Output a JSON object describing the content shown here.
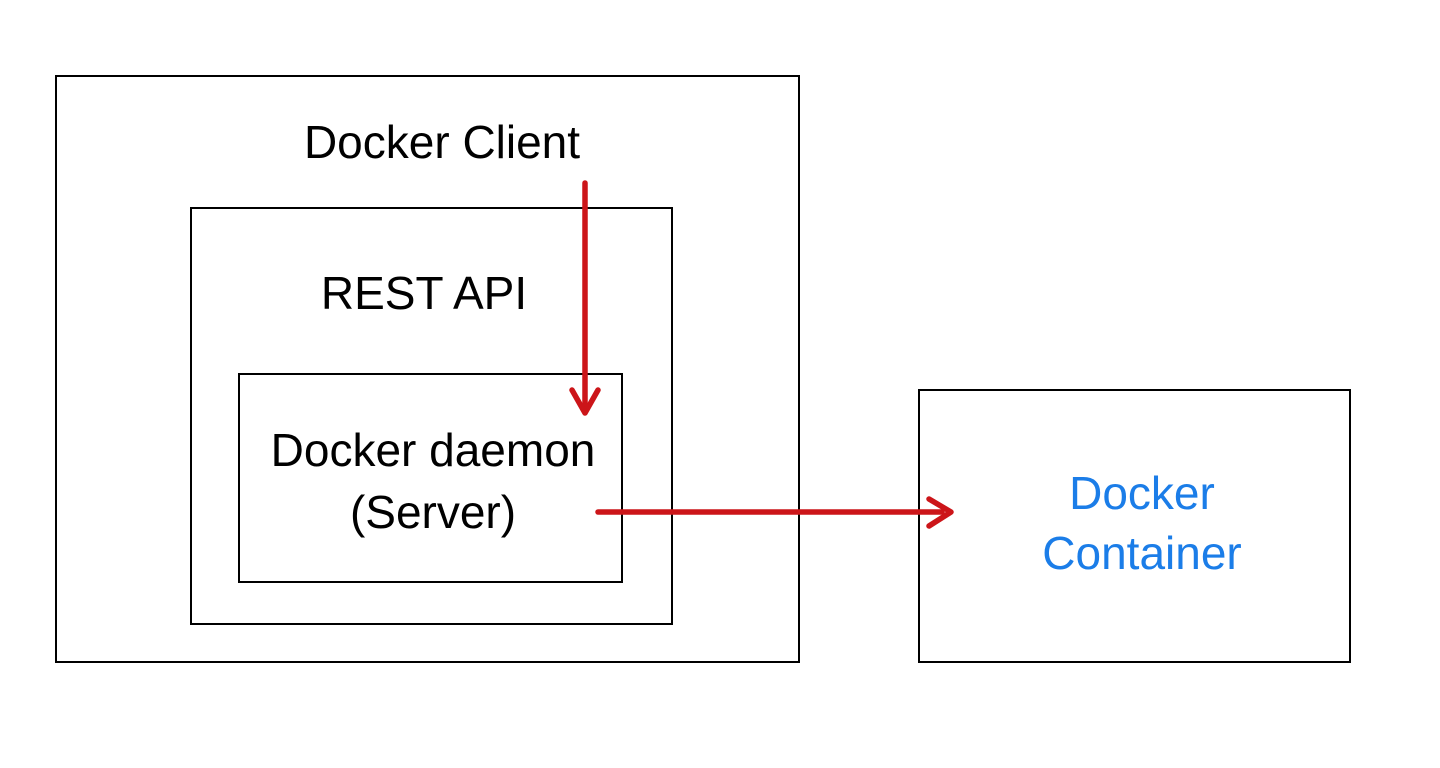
{
  "page": {
    "title": "Docker architecture diagram",
    "background": "#ffffff"
  },
  "nodes": {
    "docker_client": {
      "label": "Docker Client"
    },
    "rest_api": {
      "label": "REST API"
    },
    "docker_daemon": {
      "label_line1": "Docker daemon",
      "label_line2": "(Server)"
    },
    "docker_container": {
      "label_line1": "Docker",
      "label_line2": "Container"
    }
  },
  "edges": [
    {
      "from": "Docker Client",
      "to": "Docker daemon (Server)",
      "direction": "down",
      "style": "red-arrow"
    },
    {
      "from": "Docker daemon (Server)",
      "to": "Docker Container",
      "direction": "right",
      "style": "red-arrow"
    }
  ],
  "colors": {
    "arrow": "#cc1519",
    "container_label": "#1b7de8",
    "label_text": "#000000",
    "box_border": "#000000",
    "background": "#ffffff"
  }
}
